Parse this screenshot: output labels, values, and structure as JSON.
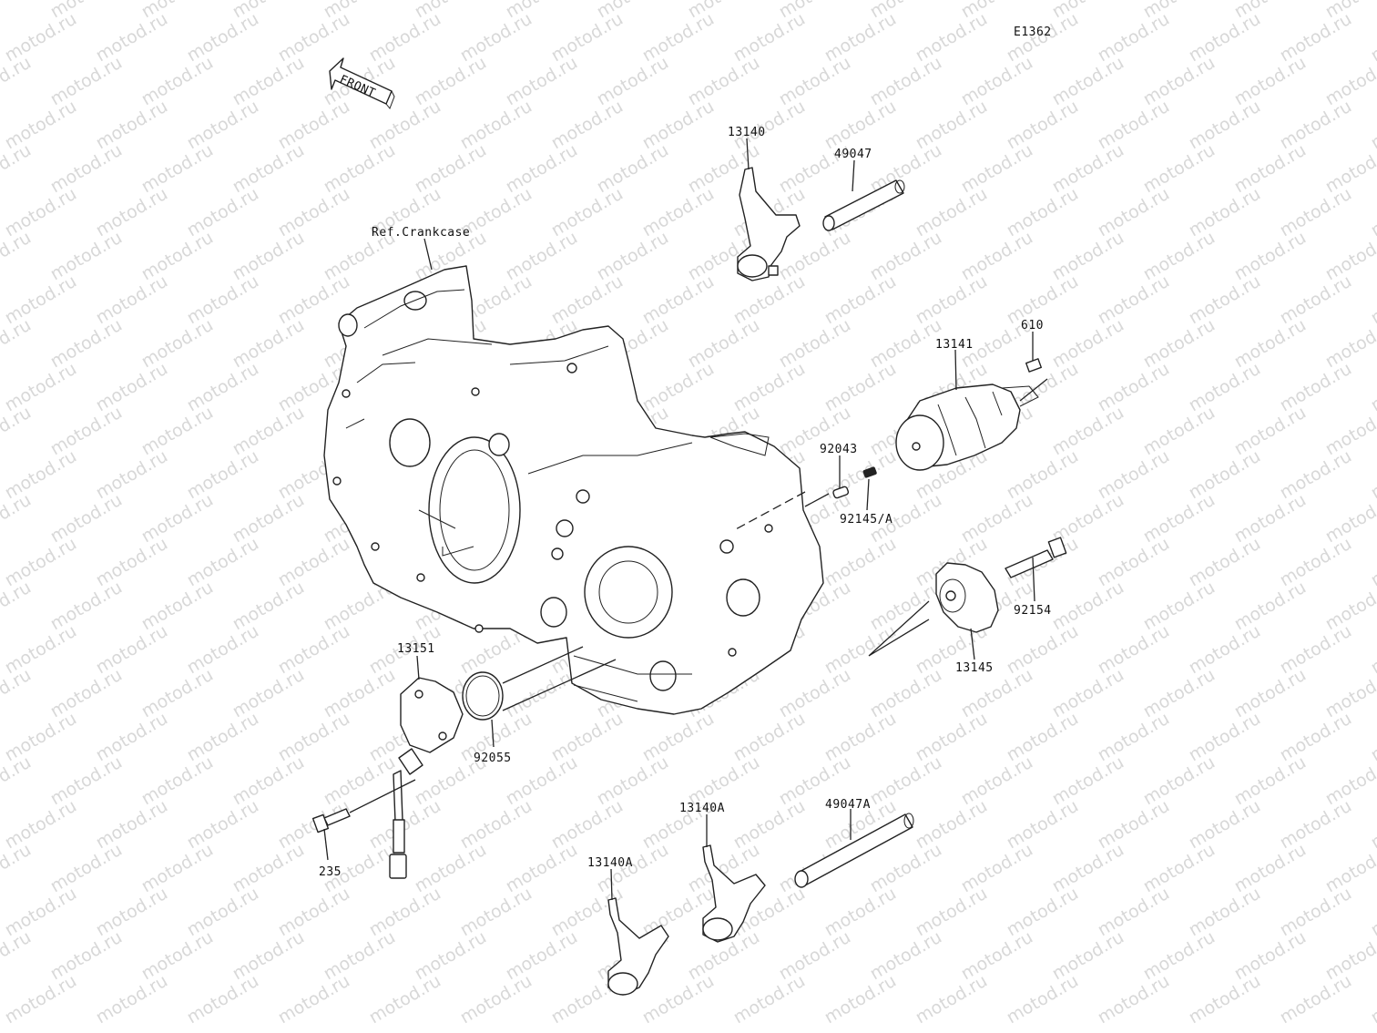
{
  "diagram": {
    "code": "E1362",
    "front_label": "FRONT",
    "watermark": "motod.ru",
    "labels": {
      "crankcase": "Ref.Crankcase",
      "p13140": "13140",
      "p49047": "49047",
      "p610": "610",
      "p13141": "13141",
      "p92043": "92043",
      "p92145a": "92145/A",
      "p92154": "92154",
      "p13145": "13145",
      "p13151": "13151",
      "p92055": "92055",
      "p235": "235",
      "p13140a_1": "13140A",
      "p13140a_2": "13140A",
      "p49047a": "49047A"
    }
  }
}
